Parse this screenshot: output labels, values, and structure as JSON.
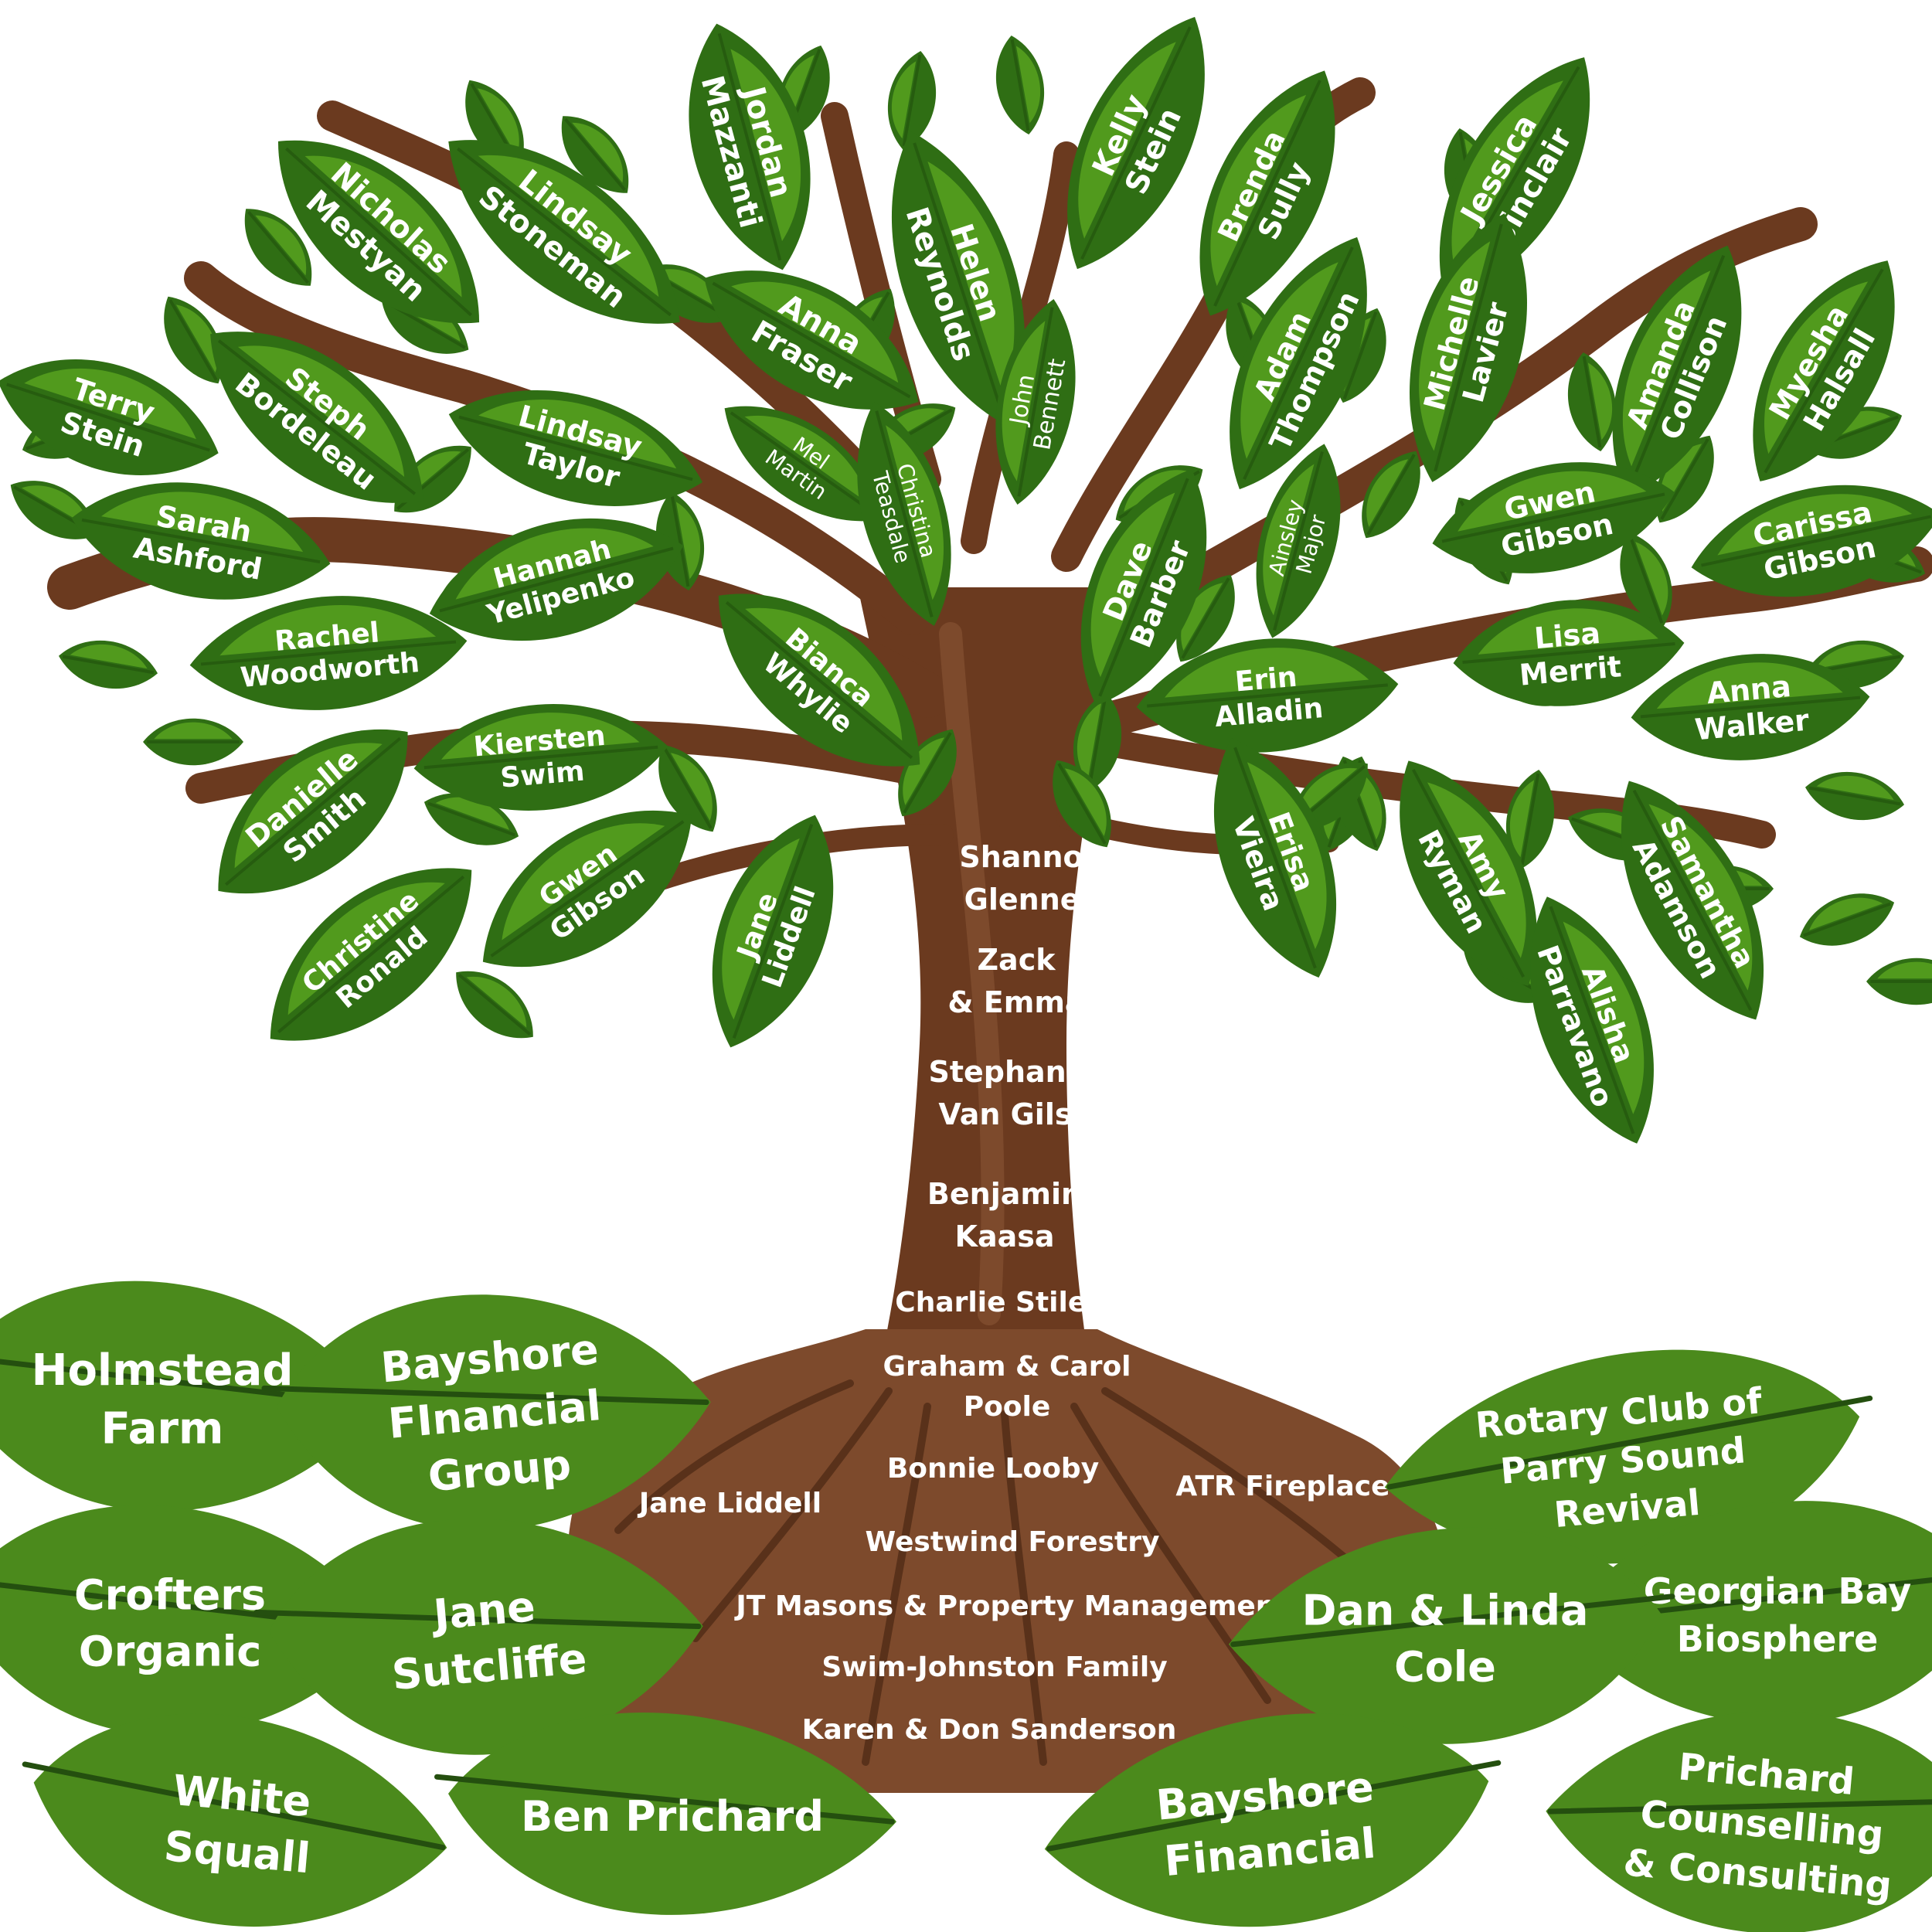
{
  "colors": {
    "bark": "#6b3a1f",
    "bark_dark": "#4a2712",
    "bark_light": "#7d4a2c",
    "leaf": "#2f6e14",
    "leaf_light": "#57a21f",
    "leaf_dark": "#1f4f0c",
    "root_leaf": "#4b8a1c",
    "vein": "#244f0f",
    "text": "#ffffff"
  },
  "canopy_leaves": [
    {
      "text": "Jordan\nMazzanti"
    },
    {
      "text": "Nicholas\nMestyan"
    },
    {
      "text": "Lindsay\nStoneman"
    },
    {
      "text": "Kelly\nStein"
    },
    {
      "text": "Brenda\nSully"
    },
    {
      "text": "Jessica\nSinclair"
    },
    {
      "text": "Helen\nReynolds"
    },
    {
      "text": "Anna\nFraser"
    },
    {
      "text": "Terry\nStein"
    },
    {
      "text": "Steph\nBordeleau"
    },
    {
      "text": "Lindsay\nTaylor"
    },
    {
      "text": "John\nBennett"
    },
    {
      "text": "Adam\nThompson"
    },
    {
      "text": "Michelle\nLavier"
    },
    {
      "text": "Amanda\nCollison"
    },
    {
      "text": "Myesha\nHalsall"
    },
    {
      "text": "Mel\nMartin"
    },
    {
      "text": "Christina\nTeasdale"
    },
    {
      "text": "Sarah\nAshford"
    },
    {
      "text": "Hannah\nYelipenko"
    },
    {
      "text": "Dave\nBarber"
    },
    {
      "text": "Ainsley\nMajor"
    },
    {
      "text": "Gwen\nGibson"
    },
    {
      "text": "Carissa\nGibson"
    },
    {
      "text": "Rachel\nWoodworth"
    },
    {
      "text": "Bianca\nWhylie"
    },
    {
      "text": "Erin\nAlladin"
    },
    {
      "text": "Lisa\nMerrit"
    },
    {
      "text": "Anna\nWalker"
    },
    {
      "text": "Kiersten\nSwim"
    },
    {
      "text": "Danielle\nSmith"
    },
    {
      "text": "Gwen\nGibson"
    },
    {
      "text": "Christine\nRonald"
    },
    {
      "text": "Jane\nLiddell"
    },
    {
      "text": "Erisa\nVieira"
    },
    {
      "text": "Amy\nRyman"
    },
    {
      "text": "Samantha\nAdamson"
    },
    {
      "text": "Alisha\nParravano"
    }
  ],
  "trunk_names": [
    "Shannon\nGlenney",
    "Zack\n& Emma",
    "Stephanie\nVan Gilst",
    "Benjamin\nKaasa",
    "Charlie Stiles",
    "Graham & Carol\nPoole",
    "Bonnie Looby",
    "ATR Fireplace",
    "Jane Liddell",
    "Westwind Forestry",
    "JT Masons & Property Management",
    "Swim-Johnston Family",
    "Karen & Don Sanderson"
  ],
  "root_leaves": [
    {
      "text": "Holmstead\nFarm"
    },
    {
      "text": "Bayshore\nFInancial\nGroup"
    },
    {
      "text": "Crofters\nOrganic"
    },
    {
      "text": "Jane\nSutcliffe"
    },
    {
      "text": "White\nSquall"
    },
    {
      "text": "Ben Prichard"
    },
    {
      "text": "Rotary Club of\nParry Sound\nRevival"
    },
    {
      "text": "Georgian Bay\nBiosphere"
    },
    {
      "text": "Dan & Linda\nCole"
    },
    {
      "text": "Bayshore\nFinancial"
    },
    {
      "text": "Prichard\nCounselling\n& Consulting"
    }
  ]
}
